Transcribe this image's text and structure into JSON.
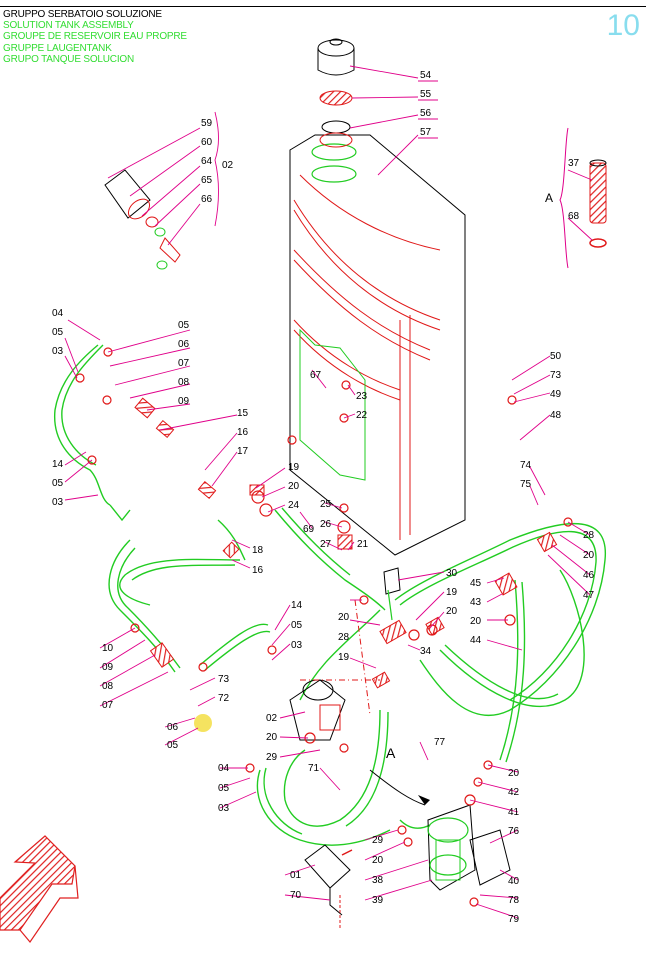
{
  "header": {
    "titles": [
      "GRUPPO SERBATOIO SOLUZIONE",
      "SOLUTION TANK ASSEMBLY",
      "GROUPE DE RESERVOIR EAU PROPRE",
      "GRUPPE LAUGENTANK",
      "GRUPO TANQUE SOLUCION"
    ],
    "page_number": "10"
  },
  "colors": {
    "leader": "#e0008a",
    "part_red": "#e01818",
    "hose_green": "#22cc22",
    "highlight": "#f2dc38",
    "arrow_red": "#e02020"
  },
  "detail": {
    "marker": "A",
    "callouts": [
      "37",
      "68"
    ]
  },
  "callouts": {
    "tank_cap": [
      "54",
      "55",
      "56",
      "57"
    ],
    "pump_group": [
      "59",
      "60",
      "64",
      "65",
      "66",
      "02"
    ],
    "left_upper": [
      "04",
      "05",
      "03",
      "05",
      "06",
      "07",
      "08",
      "09",
      "15",
      "16",
      "17",
      "14",
      "05",
      "03"
    ],
    "mid_left": [
      "19",
      "20",
      "24",
      "18",
      "16"
    ],
    "tank_inner": [
      "67",
      "23",
      "22"
    ],
    "mid": [
      "25",
      "26",
      "27",
      "21",
      "69"
    ],
    "right": [
      "50",
      "73",
      "49",
      "48",
      "74",
      "75",
      "28",
      "20",
      "46",
      "47",
      "45",
      "43",
      "20",
      "44"
    ],
    "center": [
      "30",
      "19",
      "20",
      "34",
      "20",
      "28",
      "19"
    ],
    "left_lower": [
      "10",
      "09",
      "08",
      "07",
      "14",
      "05",
      "03",
      "73",
      "72",
      "06",
      "05"
    ],
    "lower_mid": [
      "02",
      "20",
      "29",
      "71",
      "04",
      "05",
      "03"
    ],
    "bottom": [
      "77",
      "20",
      "42",
      "41",
      "76",
      "29",
      "20",
      "38",
      "39",
      "40",
      "78",
      "79",
      "01",
      "70"
    ],
    "section_marker": "A"
  }
}
